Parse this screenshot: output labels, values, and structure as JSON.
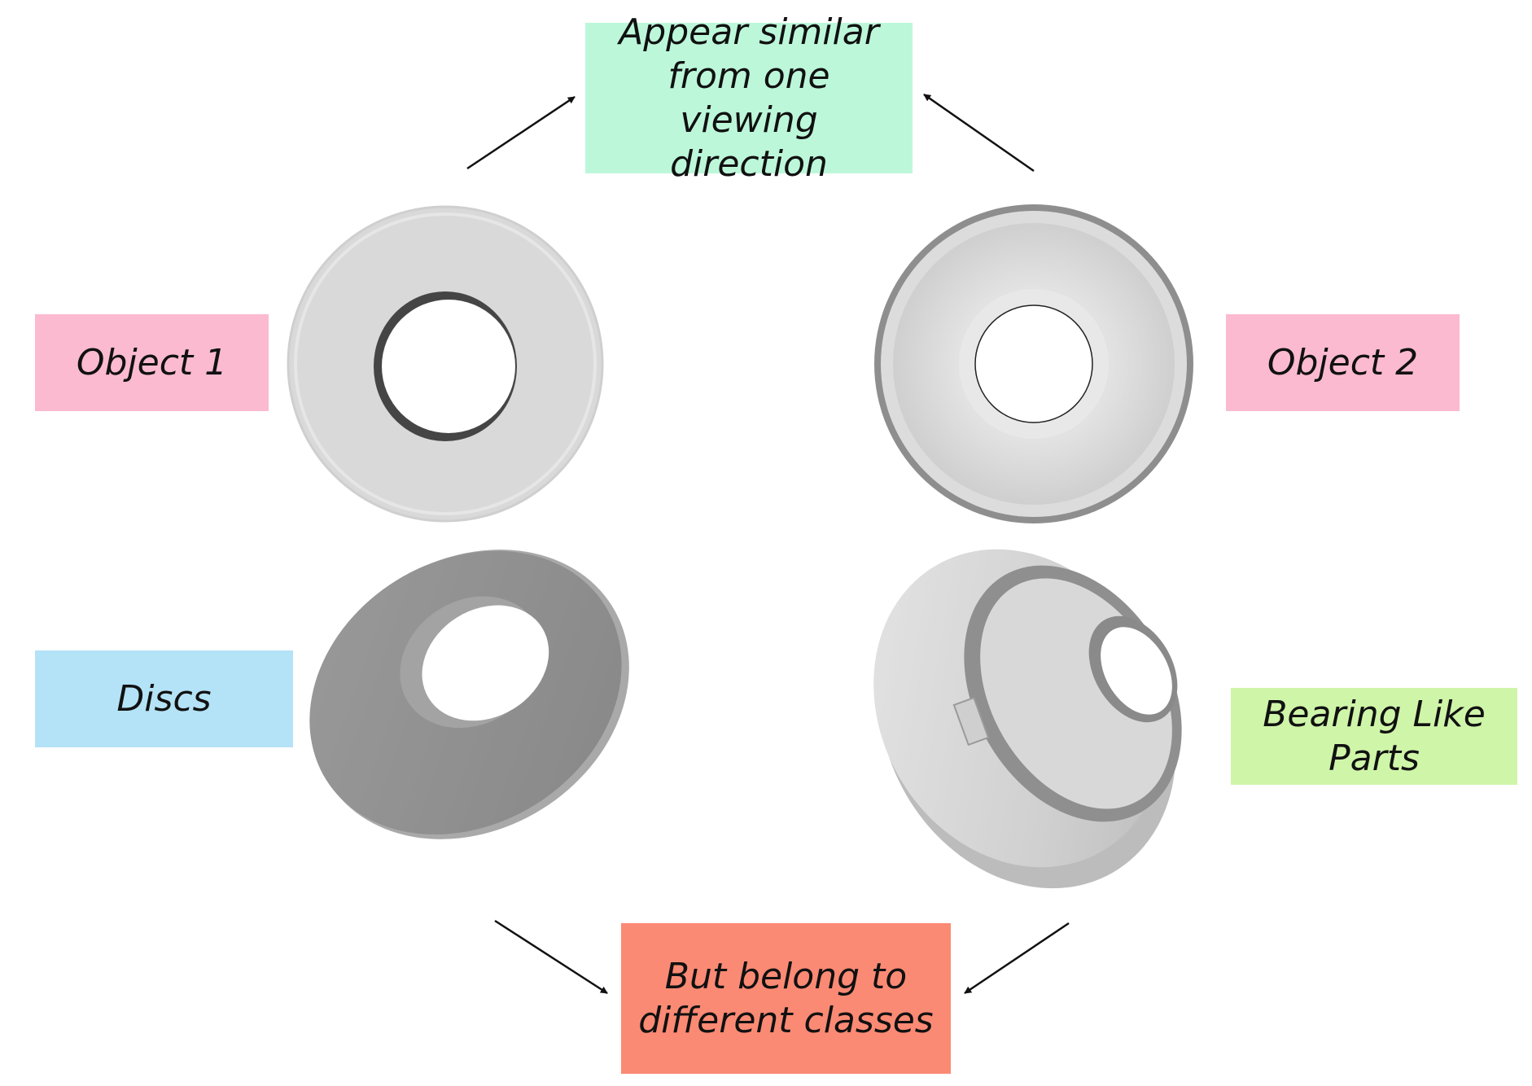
{
  "labels": {
    "top": [
      "Appear similar",
      "from one viewing",
      "direction"
    ],
    "object1": "Object 1",
    "object2": "Object 2",
    "class1": "Discs",
    "class2_line1": "Bearing Like",
    "class2_line2": "Parts",
    "bottom_line1": "But belong to",
    "bottom_line2": "different classes"
  },
  "colors": {
    "top_box": "#bdf7da",
    "object_box": "#fbbad0",
    "class1_box": "#b4e2f7",
    "class2_box": "#cff5a9",
    "bottom_box": "#fb8a74"
  }
}
